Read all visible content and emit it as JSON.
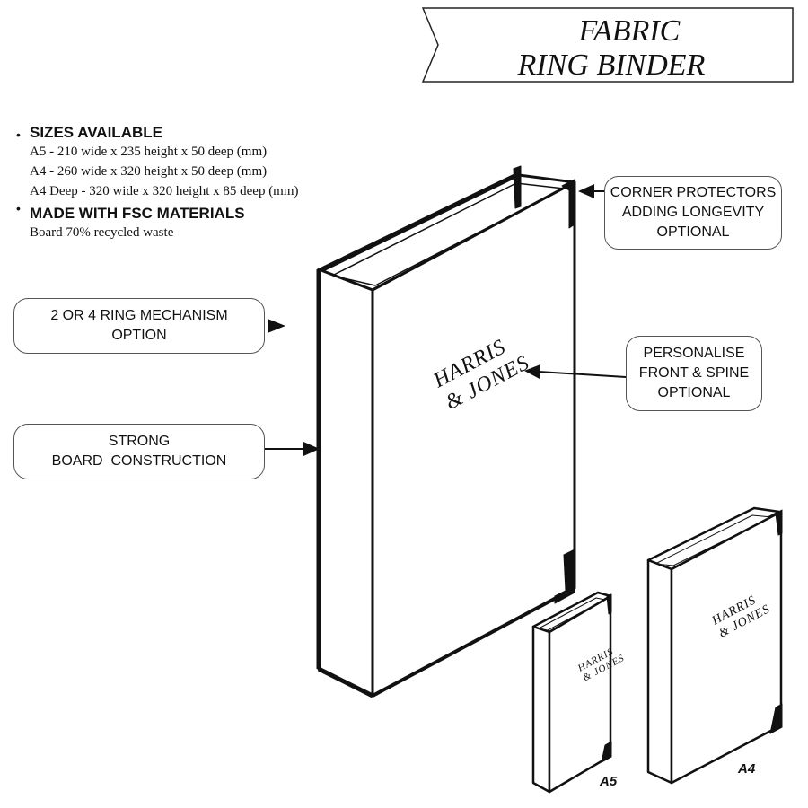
{
  "title": {
    "line1": "FABRIC",
    "line2": "RING BINDER"
  },
  "specs": {
    "sizes_heading": "SIZES AVAILABLE",
    "sizes": [
      "A5 - 210 wide x 235 height x 50 deep (mm)",
      "A4 - 260 wide x 320 height x 50 deep (mm)",
      "A4 Deep - 320 wide x 320 height x 85 deep (mm)"
    ],
    "materials_heading": "MADE WITH FSC MATERIALS",
    "materials_line": "Board 70% recycled waste"
  },
  "callouts": {
    "corner": [
      "CORNER PROTECTORS",
      "ADDING LONGEVITY",
      "OPTIONAL"
    ],
    "rings": [
      "2 OR 4 RING MECHANISM",
      "OPTION"
    ],
    "personalise": [
      "PERSONALISE",
      "FRONT & SPINE",
      "OPTIONAL"
    ],
    "board": [
      "STRONG",
      "BOARD  CONSTRUCTION"
    ]
  },
  "brand": {
    "line1": "HARRIS",
    "line2": "& JONES"
  },
  "size_labels": {
    "small": "A5",
    "large": "A4"
  }
}
